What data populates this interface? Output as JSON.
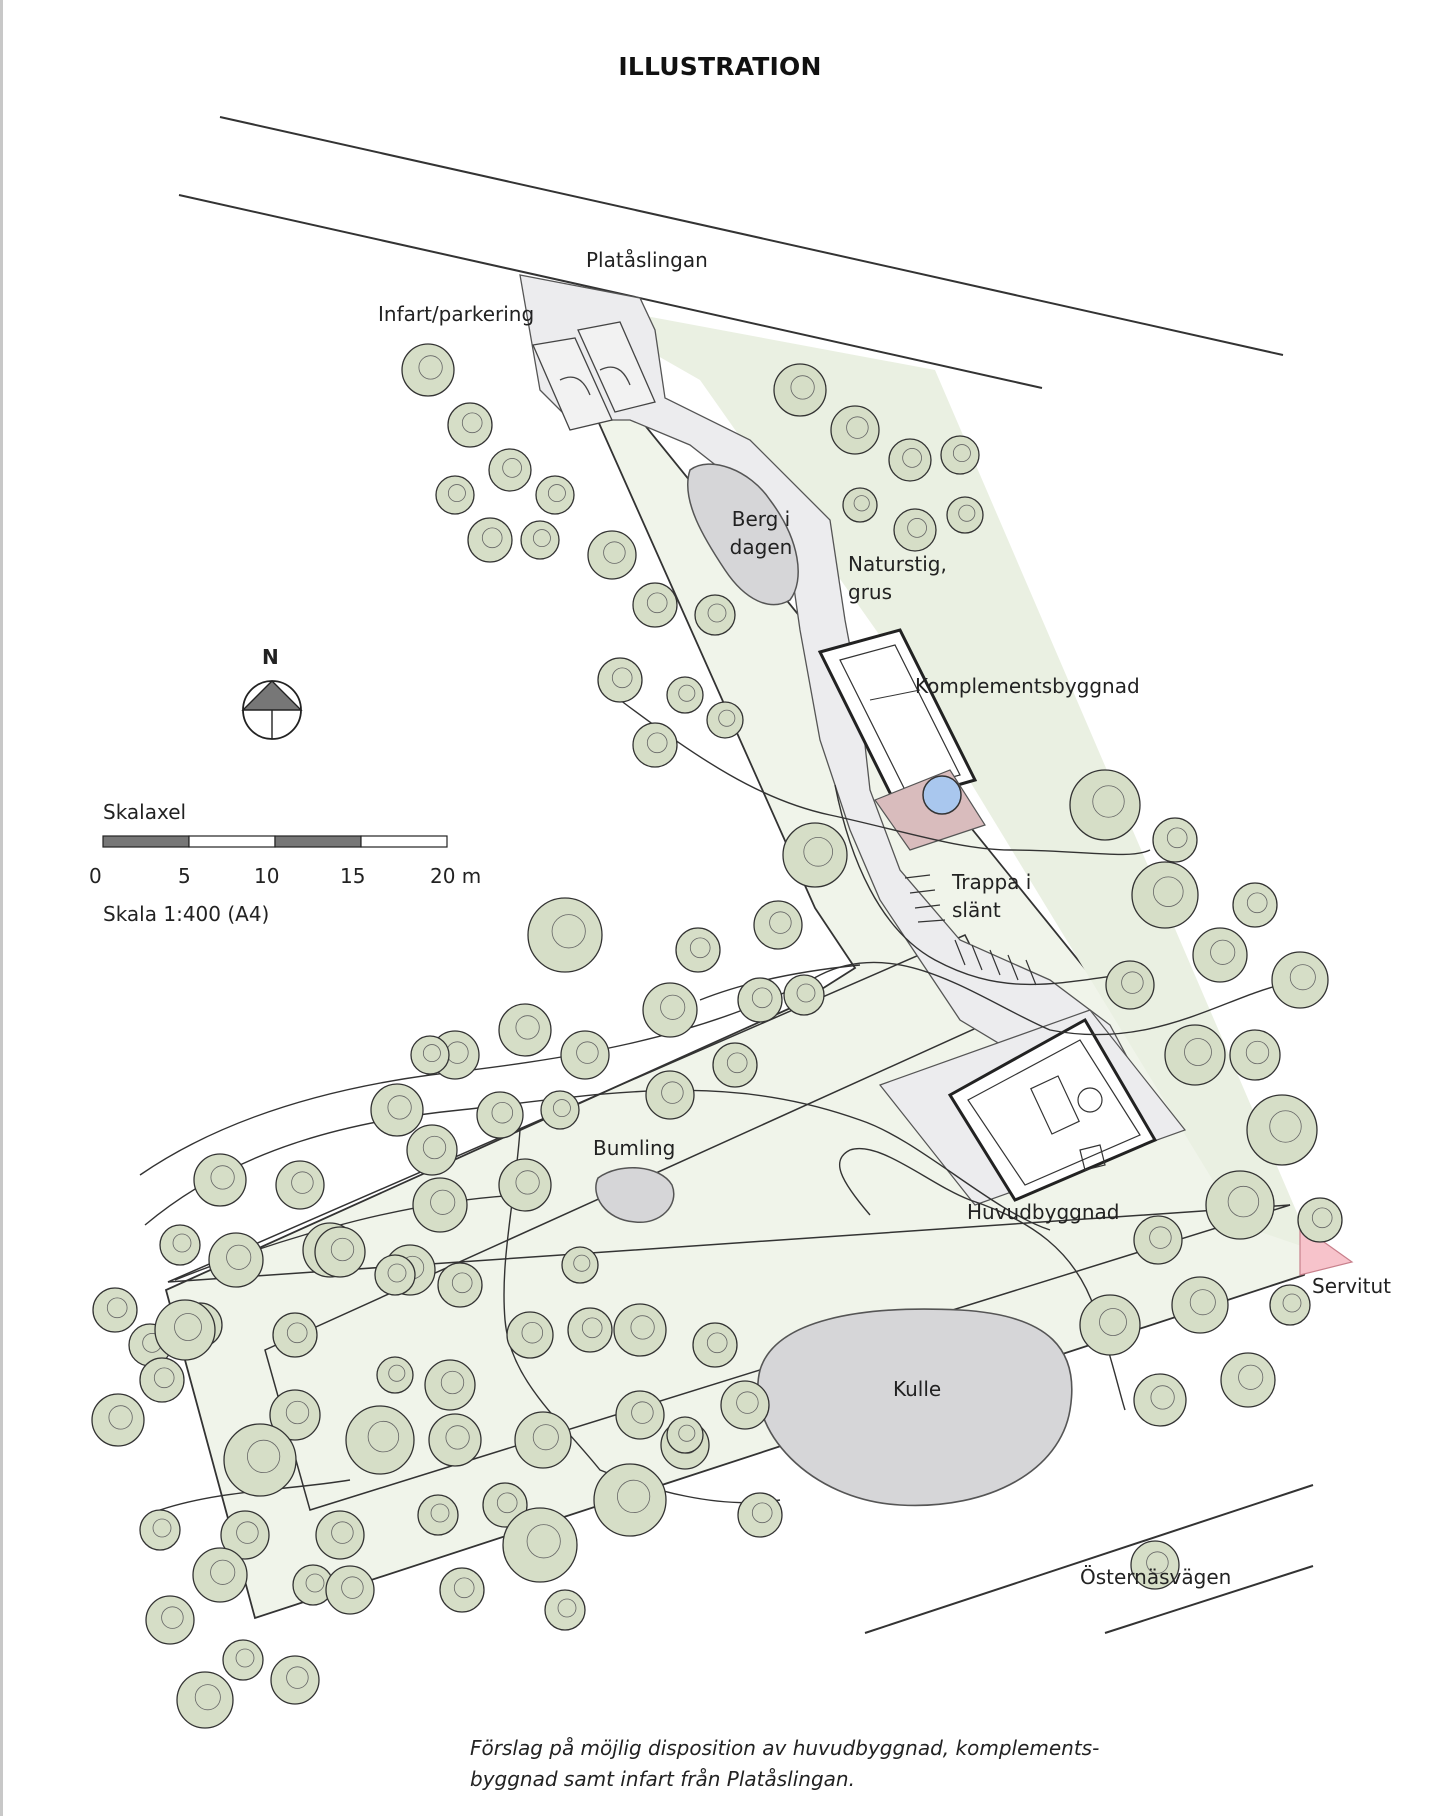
{
  "title": "ILLUSTRATION",
  "roads": {
    "north": "Platåslingan",
    "south": "Östernäsvägen"
  },
  "labels": {
    "entrance": "Infart/parkering",
    "rock": "Berg i dagen",
    "path": "Naturstig, grus",
    "annex": "Komplementsbyggnad",
    "stairs": "Trappa i slänt",
    "boulder": "Bumling",
    "main_building": "Huvudbyggnad",
    "hill": "Kulle",
    "easement": "Servitut"
  },
  "north_arrow": {
    "label": "N"
  },
  "scale_bar": {
    "title": "Skalaxel",
    "ticks": [
      "0",
      "5",
      "10",
      "15",
      "20 m"
    ],
    "ratio": "Skala 1:400 (A4)"
  },
  "caption": {
    "line1": "Förslag på möjlig disposition av huvudbyggnad, komplements-",
    "line2": "byggnad samt infart från Platåslingan."
  },
  "colors": {
    "lawn": "#eef3e8",
    "lawn_light": "#f3f6ef",
    "tree": "#d6dec7",
    "rock": "#d7d7d9",
    "gravel": "#ececee",
    "patio": "#d9bcbd",
    "pool": "#a9c7ee",
    "easement": "#f7c3cb",
    "line": "#333333"
  }
}
